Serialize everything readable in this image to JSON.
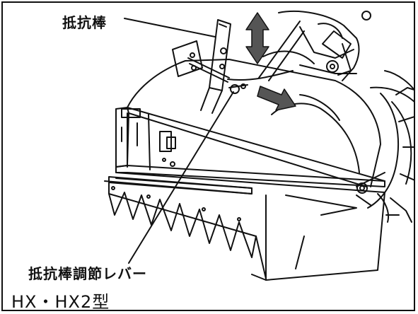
{
  "labels": {
    "resistance_rod": "抵抗棒",
    "resistance_rod_adjust_lever": "抵抗棒調節レバー",
    "model": "HX・HX2型"
  },
  "icons": {
    "vertical_arrow": "double-headed-up-down-arrow-icon",
    "horizontal_arrow": "right-arrow-icon"
  },
  "colors": {
    "line": "#111111",
    "arrow_fill": "#555555",
    "background": "#ffffff"
  }
}
